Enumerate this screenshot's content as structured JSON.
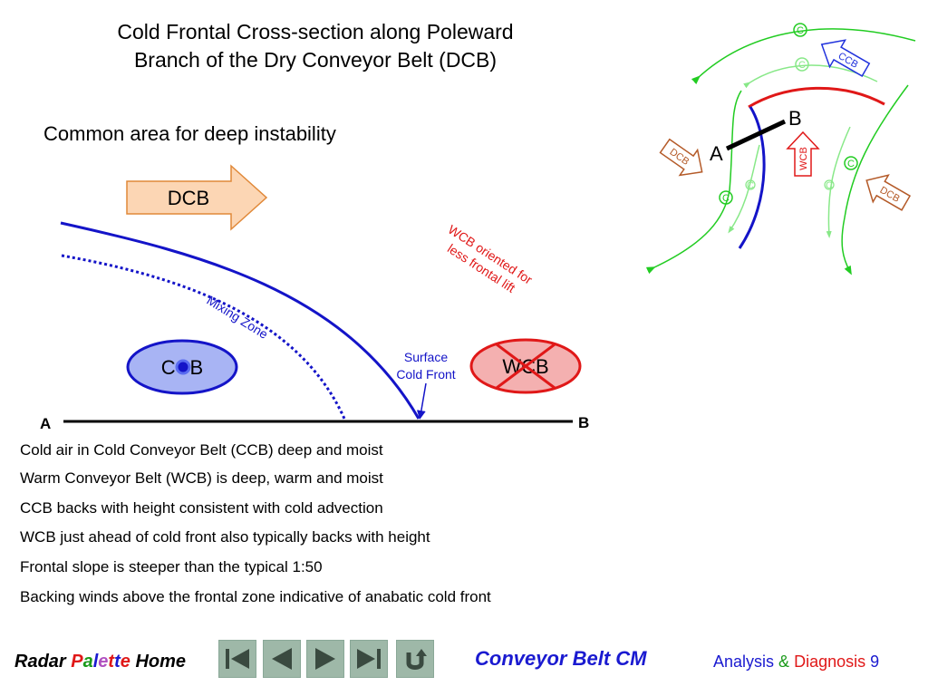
{
  "title": "Cold Frontal Cross-section along Poleward Branch of the Dry Conveyor Belt (DCB)",
  "subtitle": "Common area for deep instability",
  "cross_section": {
    "dcb_arrow_label": "DCB",
    "mixing_zone_label": "Mixing Zone",
    "wcb_note_line1": "WCB oriented for",
    "wcb_note_line2": "less frontal lift",
    "ccb_label": "CCB",
    "wcb_label": "WCB",
    "surface_front_line1": "Surface",
    "surface_front_line2": "Cold Front",
    "point_a": "A",
    "point_b": "B",
    "colors": {
      "front": "#1414c8",
      "wcb": "#e01818",
      "ccb_fill": "#a8b4f4",
      "wcb_fill": "#f4b0b0",
      "dcb_fill": "#fcd6b4",
      "dcb_border": "#e08838"
    }
  },
  "inset_map": {
    "label_a": "A",
    "label_b": "B",
    "arrow_ccb": "CCB",
    "arrow_wcb": "WCB",
    "arrow_dcb_left": "DCB",
    "arrow_dcb_right": "DCB",
    "streamline_marker": "C",
    "colors": {
      "streamline": "#22cc22",
      "light_streamline": "#88e888",
      "ccb": "#2233dd",
      "wcb": "#e01818",
      "dcb": "#b45a28"
    }
  },
  "bullets": [
    "Cold air in Cold Conveyor Belt (CCB) deep and moist",
    "Warm Conveyor Belt (WCB) is deep, warm and moist",
    "CCB backs with height consistent with cold advection",
    "WCB just ahead of cold front also typically backs with height",
    "Frontal slope is steeper than the typical 1:50",
    "Backing winds above the frontal zone indicative of anabatic cold front"
  ],
  "footer": {
    "home_word1": "Radar",
    "home_letters": [
      "P",
      "a",
      "l",
      "e",
      "t",
      "t",
      "e"
    ],
    "home_word3": "Home",
    "nav_buttons": [
      "first-icon",
      "previous-icon",
      "next-icon",
      "last-icon",
      "return-icon"
    ],
    "center_link": "Conveyor Belt CM",
    "analysis": "Analysis",
    "amp": "&",
    "diagnosis": "Diagnosis",
    "page_number": "9"
  }
}
